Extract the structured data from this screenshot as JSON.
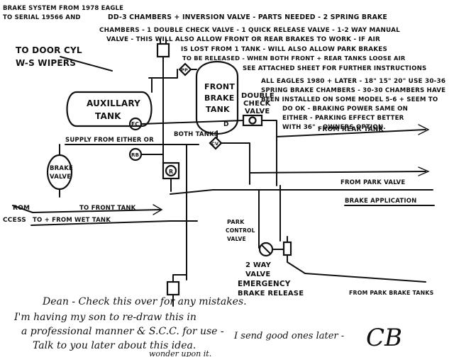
{
  "header": {
    "line1": "BRAKE SYSTEM FROM 1978 EAGLE",
    "line2": "TO SERIAL 19566 AND"
  },
  "notes": {
    "n1": "DD-3 CHAMBERS + INVERSION VALVE - PARTS NEEDED - 2 SPRING BRAKE",
    "n2": "CHAMBERS - 1 DOUBLE CHECK VALVE - 1 QUICK RELEASE VALVE - 1-2 WAY MANUAL",
    "n3": "VALVE - THIS WILL ALSO ALLOW FRONT OR REAR BRAKES TO WORK - IF AIR",
    "n4": "IS LOST FROM 1 TANK - WILL ALSO ALLOW PARK BRAKES",
    "n5": "TO BE RELEASED - WHEN BOTH FRONT + REAR TANKS LOOSE AIR",
    "n6": "SEE ATTACHED SHEET FOR FURTHER INSTRUCTIONS",
    "n7": "ALL EAGLES 1980 + LATER - 18\" 15\" 20\" USE 30-36",
    "n8": "SPRING BRAKE CHAMBERS - 30-30 CHAMBERS HAVE",
    "n9": "BEEN INSTALLED ON SOME MODEL 5-6 + SEEM TO",
    "n10": "DO OK - BRAKING POWER SAME ON",
    "n11": "EITHER - PARKING EFFECT BETTER",
    "n12": "WITH 36\" - OWNERS OPTION."
  },
  "labels": {
    "door_cyl_1": "TO DOOR CYL",
    "door_cyl_2": "W-S WIPERS",
    "aux_tank_1": "AUXILLARY",
    "aux_tank_2": "TANK",
    "front_tank_1": "FRONT",
    "front_tank_2": "BRAKE",
    "front_tank_3": "TANK",
    "check_valve_1": "DOUBLE",
    "check_valve_2": "CHECK",
    "check_valve_3": "VALVE",
    "fc": "FC",
    "pp": "PP",
    "r": "R",
    "d": "D",
    "cv": "CV",
    "both_tanks": "BOTH TANKS",
    "supply": "SUPPLY FROM EITHER OR",
    "brake_valve_1": "BRAKE",
    "brake_valve_2": "VALVE",
    "rear_tank": "FROM REAR TANK",
    "park_valve": "FROM PARK VALVE",
    "brake_app": "BRAKE APPLICATION",
    "to_front_tank": "TO FRONT TANK",
    "rom": "ROM",
    "access_1": "CCESS",
    "access_2": "TO + FROM WET TANK",
    "park_control_1": "PARK",
    "park_control_2": "CONTROL",
    "park_control_3": "VALVE",
    "two_way_1": "2 WAY",
    "two_way_2": "VALVE",
    "emergency_1": "EMERGENCY",
    "emergency_2": "BRAKE RELEASE",
    "park_brake_tanks": "FROM PARK BRAKE TANKS"
  },
  "handwriting": {
    "line1": "Dean - Check this over for any mistakes.",
    "line2": "I'm having my son to re-draw this in",
    "line3": "a professional manner & S.C.C. for use -",
    "line4": "Talk to you later about this idea.",
    "line5": "I send good ones later -",
    "line6": "wonder upon it.",
    "signature": "CB"
  }
}
